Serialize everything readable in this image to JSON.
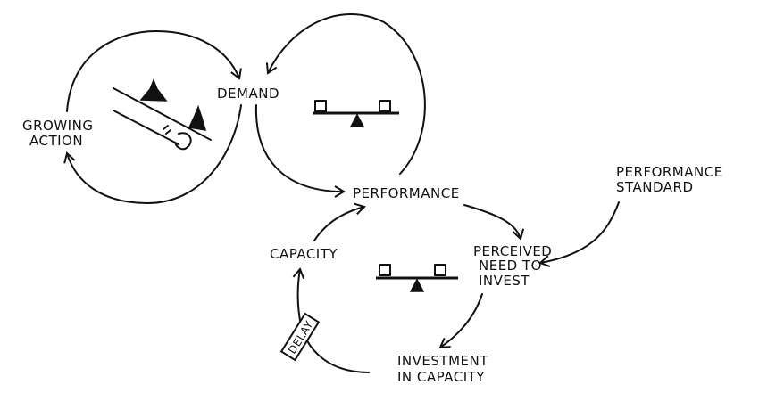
{
  "diagram": {
    "nodes": {
      "demand": "DEMAND",
      "growing_action": [
        "GROWING",
        "ACTION"
      ],
      "performance": "PERFORMANCE",
      "performance_standard": [
        "PERFORMANCE",
        "STANDARD"
      ],
      "capacity": "CAPACITY",
      "perceived_need": [
        "PERCEIVED",
        "NEED TO",
        "INVEST"
      ],
      "investment": [
        "INVESTMENT",
        "IN CAPACITY"
      ]
    },
    "delay_label": "DELAY",
    "icons": [
      "snowball-landslide-icon",
      "balance-seesaw-icon",
      "balance-seesaw-icon"
    ]
  }
}
